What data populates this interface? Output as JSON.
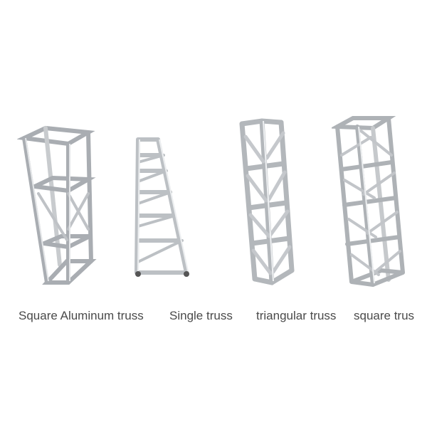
{
  "products": [
    {
      "id": "square-aluminum",
      "label": "Square Aluminum truss"
    },
    {
      "id": "single",
      "label": "Single truss"
    },
    {
      "id": "triangular",
      "label": "triangular truss"
    },
    {
      "id": "square",
      "label": "square trus"
    }
  ],
  "colors": {
    "background": "#ffffff",
    "metal_light": "#e6e8ea",
    "metal_mid": "#b9bcc0",
    "metal_dark": "#8c9095",
    "label_text": "#4a4a4a"
  }
}
